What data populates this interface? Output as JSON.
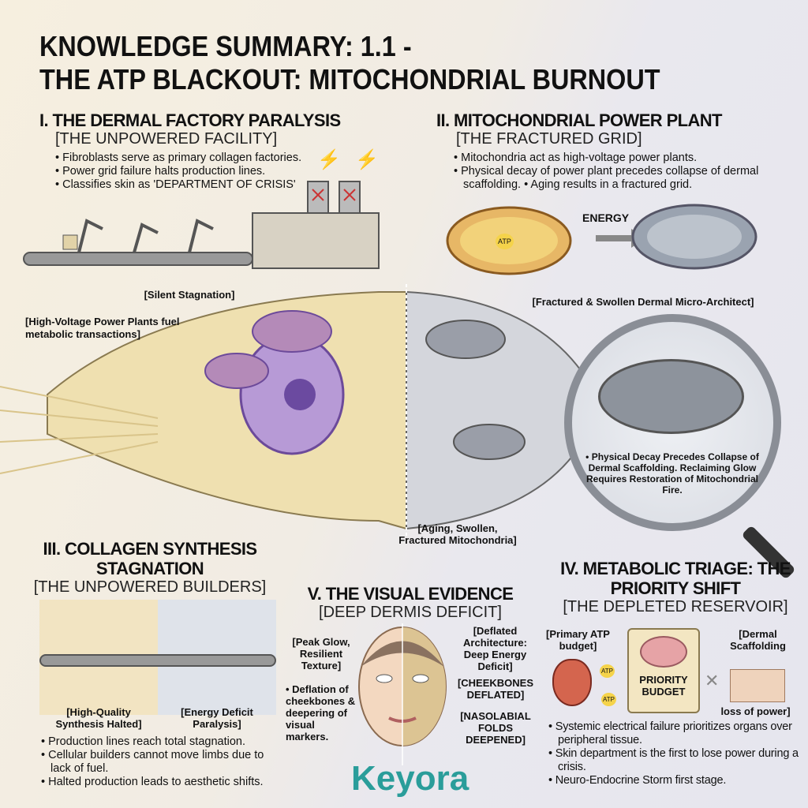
{
  "title": {
    "line1": "KNOWLEDGE SUMMARY: 1.1 -",
    "line2": "THE ATP BLACKOUT: MITOCHONDRIAL BURNOUT"
  },
  "s1": {
    "heading": "I. THE DERMAL FACTORY PARALYSIS",
    "sub": "[THE UNPOWERED FACILITY]",
    "bullets": [
      "Fibroblasts serve as primary collagen factories.",
      "Power grid failure halts production lines.",
      "Classifies skin as 'DEPARTMENT OF CRISIS'"
    ],
    "caption": "[Silent Stagnation]"
  },
  "s2": {
    "heading": "II. MITOCHONDRIAL POWER PLANT",
    "sub": "[THE FRACTURED GRID]",
    "bullets": [
      "Mitochondria act as high-voltage power plants.",
      "Physical decay of power plant precedes collapse of dermal scaffolding. • Aging results in a fractured grid."
    ],
    "energy": "ENERGY",
    "atp": "ATP",
    "caption": "[Fractured & Swollen Dermal Micro-Architect]"
  },
  "cell": {
    "left_label": "[High-Voltage Power Plants fuel metabolic transactions]",
    "right_label": "[Aging, Swollen, Fractured Mitochondria]",
    "magnifier_text": "• Physical Decay Precedes Collapse of Dermal Scaffolding. Reclaiming Glow Requires Restoration of Mitochondrial Fire."
  },
  "s3": {
    "heading": "III. COLLAGEN SYNTHESIS STAGNATION",
    "sub": "[THE UNPOWERED BUILDERS]",
    "left_caption": "[High-Quality Synthesis Halted]",
    "right_caption": "[Energy Deficit Paralysis]",
    "bullets": [
      "Production lines reach total stagnation.",
      "Cellular builders cannot move limbs due to lack of fuel.",
      "Halted production leads to aesthetic shifts."
    ]
  },
  "s5": {
    "heading": "V. THE VISUAL EVIDENCE",
    "sub": "[DEEP DERMIS DEFICIT]",
    "peak": "[Peak Glow, Resilient Texture]",
    "deflation": "• Deflation of cheekbones & deepering of visual markers.",
    "deflated_arch": "[Deflated Architecture: Deep Energy Deficit]",
    "cheekbones": "[CHEEKBONES DEFLATED]",
    "nasolabial": "[NASOLABIAL FOLDS DEEPENED]"
  },
  "s4": {
    "heading": "IV. METABOLIC TRIAGE: THE PRIORITY SHIFT",
    "sub": "[THE DEPLETED RESERVOIR]",
    "primary": "[Primary ATP budget]",
    "priority": "PRIORITY BUDGET",
    "dermal": "[Dermal Scaffolding",
    "loss": "loss of power]",
    "atp": "ATP",
    "bullets": [
      "Systemic electrical failure prioritizes organs over peripheral tissue.",
      "Skin department is the first to lose power during a crisis.",
      "Neuro-Endocrine Storm first stage."
    ]
  },
  "logo": {
    "text": "Keyora",
    "color": "#2a9d9a"
  }
}
